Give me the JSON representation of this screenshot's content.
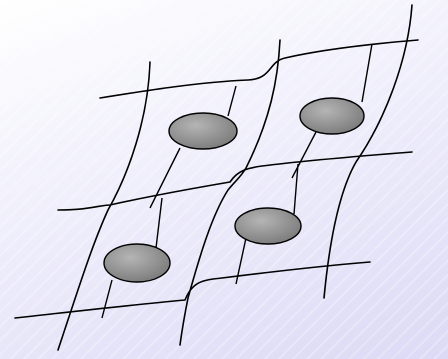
{
  "diagram": {
    "description_free": true,
    "colors": {
      "background_top": "#ffffff",
      "background_bottom": "#dcdaf5",
      "wire": "#000000",
      "cell_fill": "#8c8c8c",
      "cell_highlight": "#b5b5b5"
    },
    "cells": [
      {
        "id": "cell-top-left"
      },
      {
        "id": "cell-top-right"
      },
      {
        "id": "cell-bottom-left"
      },
      {
        "id": "cell-bottom-right"
      }
    ]
  }
}
